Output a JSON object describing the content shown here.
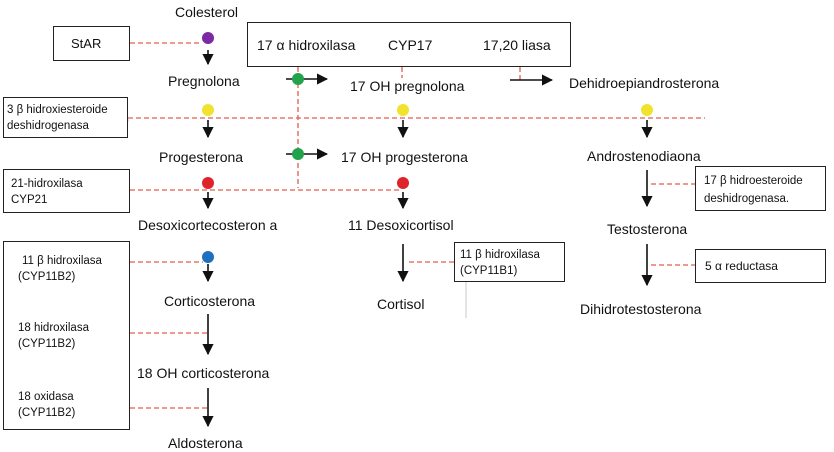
{
  "nodes": {
    "colesterol": "Colesterol",
    "pregnolona": "Pregnolona",
    "oh17_pregnolona": "17 OH pregnolona",
    "dhea": "Dehidroepiandrosterona",
    "progesterona": "Progesterona",
    "oh17_progesterona": "17 OH progesterona",
    "androstenodiaona": "Androstenodiaona",
    "desoxicorticosterona": "Desoxicortecosteron a",
    "desoxicortisol": "11 Desoxicortisol",
    "testosterona": "Testosterona",
    "corticosterona": "Corticosterona",
    "cortisol": "Cortisol",
    "dht": "Dihidrotestosterona",
    "oh18_corticosterona": "18 OH corticosterona",
    "aldosterona": "Aldosterona"
  },
  "enzymes": {
    "star": "StAR",
    "cyp17_hidroxilasa": "17 α hidroxilasa",
    "cyp17": "CYP17",
    "cyp17_liasa": "17,20 liasa",
    "hsd3b_line1": "3 β hidroxiesteroide",
    "hsd3b_line2": "deshidrogenasa",
    "cyp21_line1": "21-hidroxilasa",
    "cyp21_line2": "CYP21",
    "cyp11b2_a_line1": "11 β hidroxilasa",
    "cyp11b2_a_line2": "(CYP11B2)",
    "cyp11b2_b_line1": "18 hidroxilasa",
    "cyp11b2_b_line2": "(CYP11B2)",
    "cyp11b2_c_line1": "18 oxidasa",
    "cyp11b2_c_line2": "(CYP11B2)",
    "cyp11b1_line1": "11 β hidroxilasa",
    "cyp11b1_line2": "(CYP11B1)",
    "hsd17b_line1": "17 β hidroesteroide",
    "hsd17b_line2": "deshidrogenasa.",
    "reductasa": "5 α reductasa"
  },
  "colors": {
    "link_dash": "#e35d4f",
    "arrow": "#111111",
    "dot_star": "#7b2aa3",
    "dot_cyp17": "#22a24a",
    "dot_hsd3b": "#f1e22d",
    "dot_cyp21": "#e0232b",
    "dot_cyp11b2": "#1f6fbf"
  }
}
